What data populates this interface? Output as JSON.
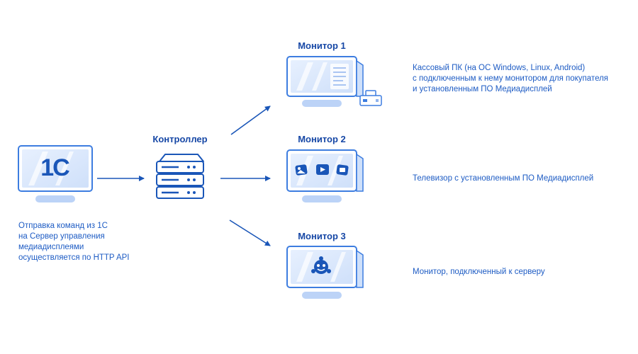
{
  "colors": {
    "accent": "#1a56b8",
    "screen_fill": "#d6e4fb",
    "screen_stripe": "#eef4fe",
    "frame": "#3d7de0",
    "stand": "#bcd3f7"
  },
  "source": {
    "logo_text": "1С",
    "caption": [
      "Отправка команд из 1С",
      "на Сервер управления",
      "медиадисплеями",
      "осуществляется по HTTP API"
    ]
  },
  "controller": {
    "title": "Контроллер",
    "icon": "server-rack-icon"
  },
  "monitors": [
    {
      "title": "Монитор 1",
      "icon": "pos-terminal-icon",
      "description": [
        "Кассовый ПК (на ОС Windows, Linux, Android)",
        "с подключенным к нему монитором для покупателя",
        "и установленным ПО Медиадисплей"
      ]
    },
    {
      "title": "Монитор 2",
      "icon": "tv-media-icons",
      "description": [
        "Телевизор с установленным ПО Медиадисплей"
      ]
    },
    {
      "title": "Монитор 3",
      "icon": "media-logo-icon",
      "description": [
        "Монитор, подключенный к серверу"
      ]
    }
  ]
}
